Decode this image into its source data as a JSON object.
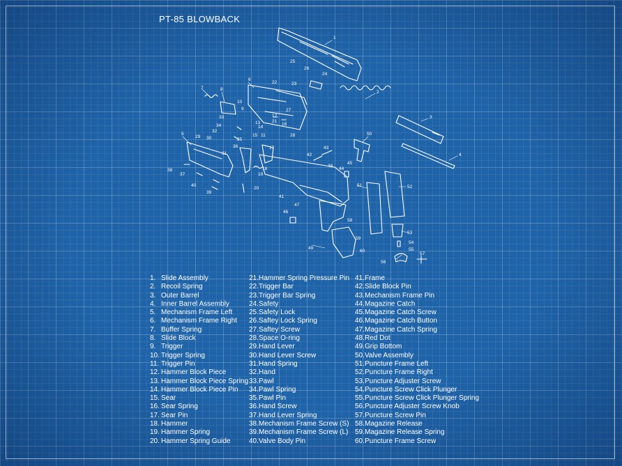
{
  "title": "PT-85 BLOWBACK",
  "legend_columns": [
    [
      {
        "num": "1.",
        "label": "Slide Assembly"
      },
      {
        "num": "2.",
        "label": "Recoil Spring"
      },
      {
        "num": "3.",
        "label": "Outer Barrel"
      },
      {
        "num": "4.",
        "label": "Inner Barrel Assembly"
      },
      {
        "num": "5.",
        "label": "Mechanism Frame Left"
      },
      {
        "num": "6.",
        "label": "Mechanism Frame Right"
      },
      {
        "num": "7.",
        "label": "Buffer Spring"
      },
      {
        "num": "8.",
        "label": "Slide Block"
      },
      {
        "num": "9.",
        "label": "Trigger"
      },
      {
        "num": "10.",
        "label": "Trigger Spring"
      },
      {
        "num": "11.",
        "label": "Trigger Pin"
      },
      {
        "num": "12.",
        "label": "Hammer Block Piece"
      },
      {
        "num": "13.",
        "label": "Hammer Block Piece Spring"
      },
      {
        "num": "14.",
        "label": "Hammer Block Piece Pin"
      },
      {
        "num": "15.",
        "label": "Sear"
      },
      {
        "num": "16.",
        "label": "Sear Spring"
      },
      {
        "num": "17.",
        "label": "Sear Pin"
      },
      {
        "num": "18.",
        "label": "Hammer"
      },
      {
        "num": "19.",
        "label": "Hammer Spring"
      },
      {
        "num": "20.",
        "label": "Hammer Spring Guide"
      }
    ],
    [
      {
        "num": "21.",
        "label": "Hammer Spring Pressure Pin"
      },
      {
        "num": "22.",
        "label": "Trigger Bar"
      },
      {
        "num": "23.",
        "label": "Trigger Bar Spring"
      },
      {
        "num": "24.",
        "label": "Safety"
      },
      {
        "num": "25.",
        "label": "Safety Lock"
      },
      {
        "num": "26.",
        "label": "Saftey Lock Spring"
      },
      {
        "num": "27.",
        "label": "Saftey Screw"
      },
      {
        "num": "28.",
        "label": "Space O-ring"
      },
      {
        "num": "29.",
        "label": "Hand Lever"
      },
      {
        "num": "30.",
        "label": "Hand Lever Screw"
      },
      {
        "num": "31.",
        "label": "Hand Spring"
      },
      {
        "num": "32.",
        "label": "Hand"
      },
      {
        "num": "33.",
        "label": "Pawl"
      },
      {
        "num": "34.",
        "label": "Pawl Spring"
      },
      {
        "num": "35.",
        "label": "Pawl Pin"
      },
      {
        "num": "36.",
        "label": "Hand Screw"
      },
      {
        "num": "37.",
        "label": "Hand Lever Spring"
      },
      {
        "num": "38.",
        "label": "Mechanism Frame Screw (S)"
      },
      {
        "num": "39.",
        "label": "Mechanism Frame Screw (L)"
      },
      {
        "num": "40.",
        "label": "Valve Body Pin"
      }
    ],
    [
      {
        "num": "41.",
        "label": "Frame"
      },
      {
        "num": "42.",
        "label": "Slide Block Pin"
      },
      {
        "num": "43.",
        "label": "Mechanism Frame Pin"
      },
      {
        "num": "44.",
        "label": "Magazine Catch"
      },
      {
        "num": "45.",
        "label": "Magazine Catch Screw"
      },
      {
        "num": "46.",
        "label": "Magazine Catch Button"
      },
      {
        "num": "47.",
        "label": "Magazine Catch Spring"
      },
      {
        "num": "48.",
        "label": "Red Dot"
      },
      {
        "num": "49.",
        "label": "Grip Bottom"
      },
      {
        "num": "50.",
        "label": "Valve Assembly"
      },
      {
        "num": "51.",
        "label": "Puncture Frame Left"
      },
      {
        "num": "52.",
        "label": "Puncture Frame Right"
      },
      {
        "num": "53.",
        "label": "Puncture Adjuster Screw"
      },
      {
        "num": "54.",
        "label": "Puncture Screw Click Plunger"
      },
      {
        "num": "55.",
        "label": "Puncture Screw Click Plunger Spring"
      },
      {
        "num": "56.",
        "label": "Puncture Adjuster Screw Knob"
      },
      {
        "num": "57.",
        "label": "Puncture Screw Pin"
      },
      {
        "num": "58.",
        "label": "Magazine Release"
      },
      {
        "num": "59.",
        "label": "Magazine Release Spring"
      },
      {
        "num": "60.",
        "label": "Puncture Frame Screw"
      }
    ]
  ],
  "callouts": [
    "1",
    "2",
    "3",
    "4",
    "5",
    "6",
    "7",
    "8",
    "9",
    "10",
    "11",
    "12",
    "13",
    "14",
    "15",
    "16",
    "17",
    "18",
    "19",
    "20",
    "21",
    "22",
    "23",
    "24",
    "25",
    "26",
    "27",
    "28",
    "29",
    "30",
    "31",
    "32",
    "33",
    "34",
    "35",
    "36",
    "37",
    "38",
    "39",
    "40",
    "41",
    "42",
    "43",
    "44",
    "45",
    "46",
    "47",
    "48",
    "49",
    "50",
    "51",
    "52",
    "53",
    "54",
    "55",
    "56",
    "57",
    "58",
    "59",
    "60"
  ],
  "colors": {
    "background": "#1f63a8",
    "line": "#ffffff",
    "text": "#ffffff"
  }
}
